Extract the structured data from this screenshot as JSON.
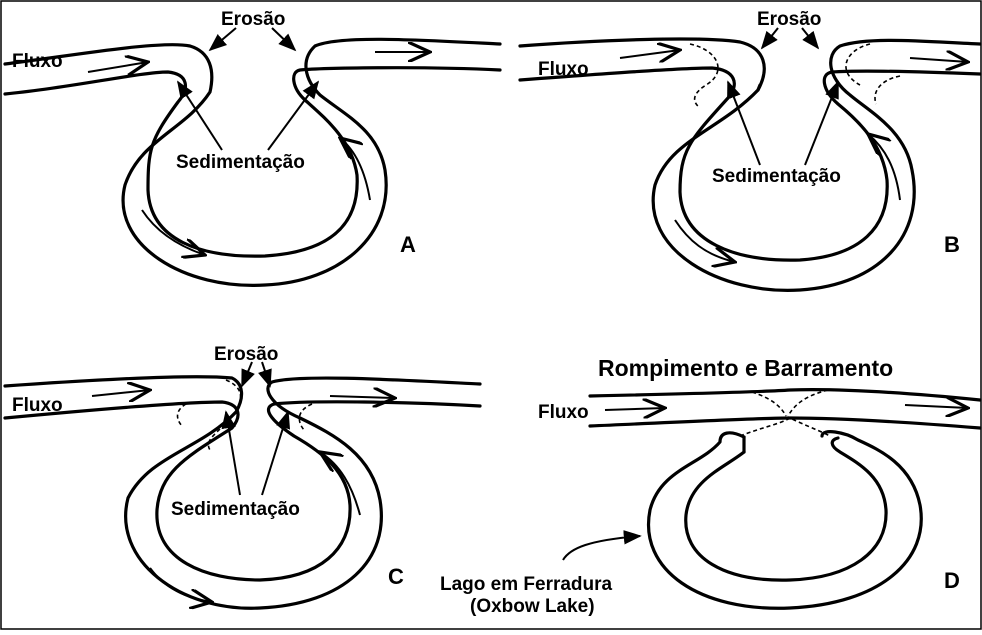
{
  "panels": {
    "a": {
      "letter": "A",
      "flow_label": "Fluxo",
      "erosion_label": "Erosão",
      "sedimentation_label": "Sedimentação"
    },
    "b": {
      "letter": "B",
      "flow_label": "Fluxo",
      "erosion_label": "Erosão",
      "sedimentation_label": "Sedimentação"
    },
    "c": {
      "letter": "C",
      "flow_label": "Fluxo",
      "erosion_label": "Erosão",
      "sedimentation_label": "Sedimentação"
    },
    "d": {
      "letter": "D",
      "flow_label": "Fluxo",
      "title": "Rompimento e Barramento",
      "oxbow_label_line1": "Lago em Ferradura",
      "oxbow_label_line2": "(Oxbow Lake)"
    }
  }
}
